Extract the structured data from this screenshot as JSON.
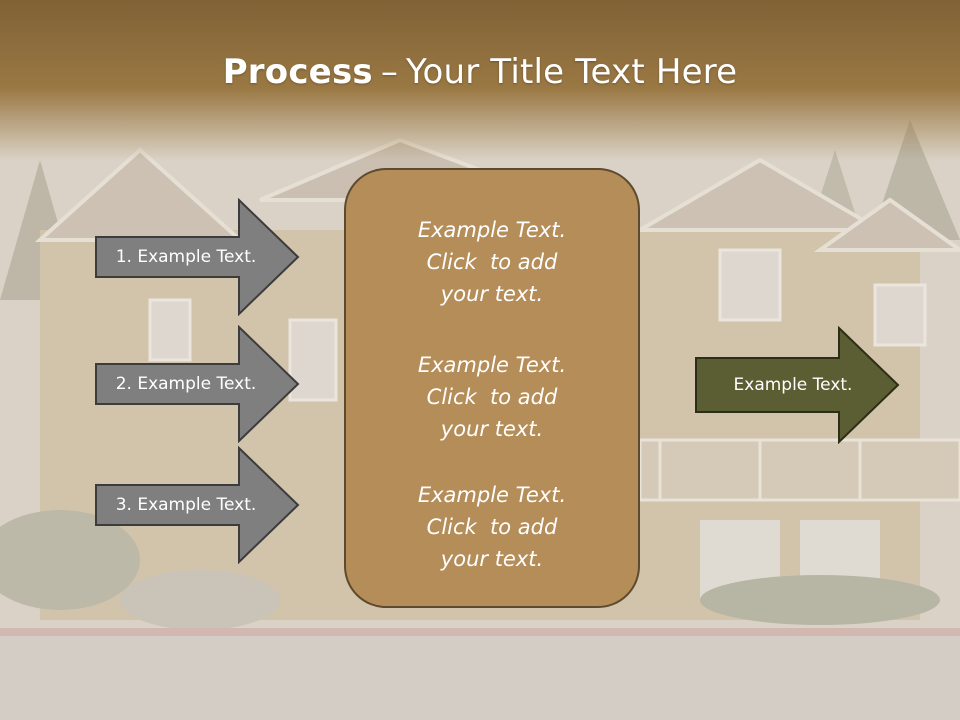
{
  "slide": {
    "title_bold": "Process",
    "title_separator": "–",
    "title_rest": "Your Title Text Here"
  },
  "left_arrows": [
    {
      "label": "1. Example Text."
    },
    {
      "label": "2. Example Text."
    },
    {
      "label": "3. Example Text."
    }
  ],
  "center_box": {
    "blocks": [
      {
        "line1": "Example Text.",
        "line2": "Click  to add",
        "line3": "your text."
      },
      {
        "line1": "Example Text.",
        "line2": "Click  to add",
        "line3": "your text."
      },
      {
        "line1": "Example Text.",
        "line2": "Click  to add",
        "line3": "your text."
      }
    ]
  },
  "right_arrow": {
    "label": "Example Text."
  },
  "colors": {
    "title_band": "#8b6a3a",
    "left_arrow_fill": "#7f7f7f",
    "center_box_fill": "#b58d59",
    "right_arrow_fill": "#5b5d32"
  }
}
